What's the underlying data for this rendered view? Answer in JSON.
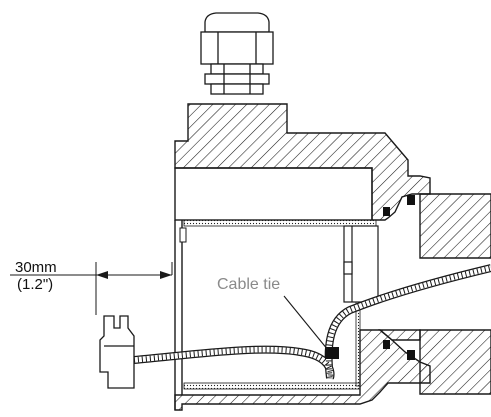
{
  "labels": {
    "dimension_mm": "30mm",
    "dimension_in": "(1.2\")",
    "cable_tie": "Cable tie"
  },
  "colors": {
    "line": "#1a1a1a",
    "hatch": "#1a1a1a",
    "label_gray": "#8a8a8a",
    "background": "#ffffff"
  }
}
